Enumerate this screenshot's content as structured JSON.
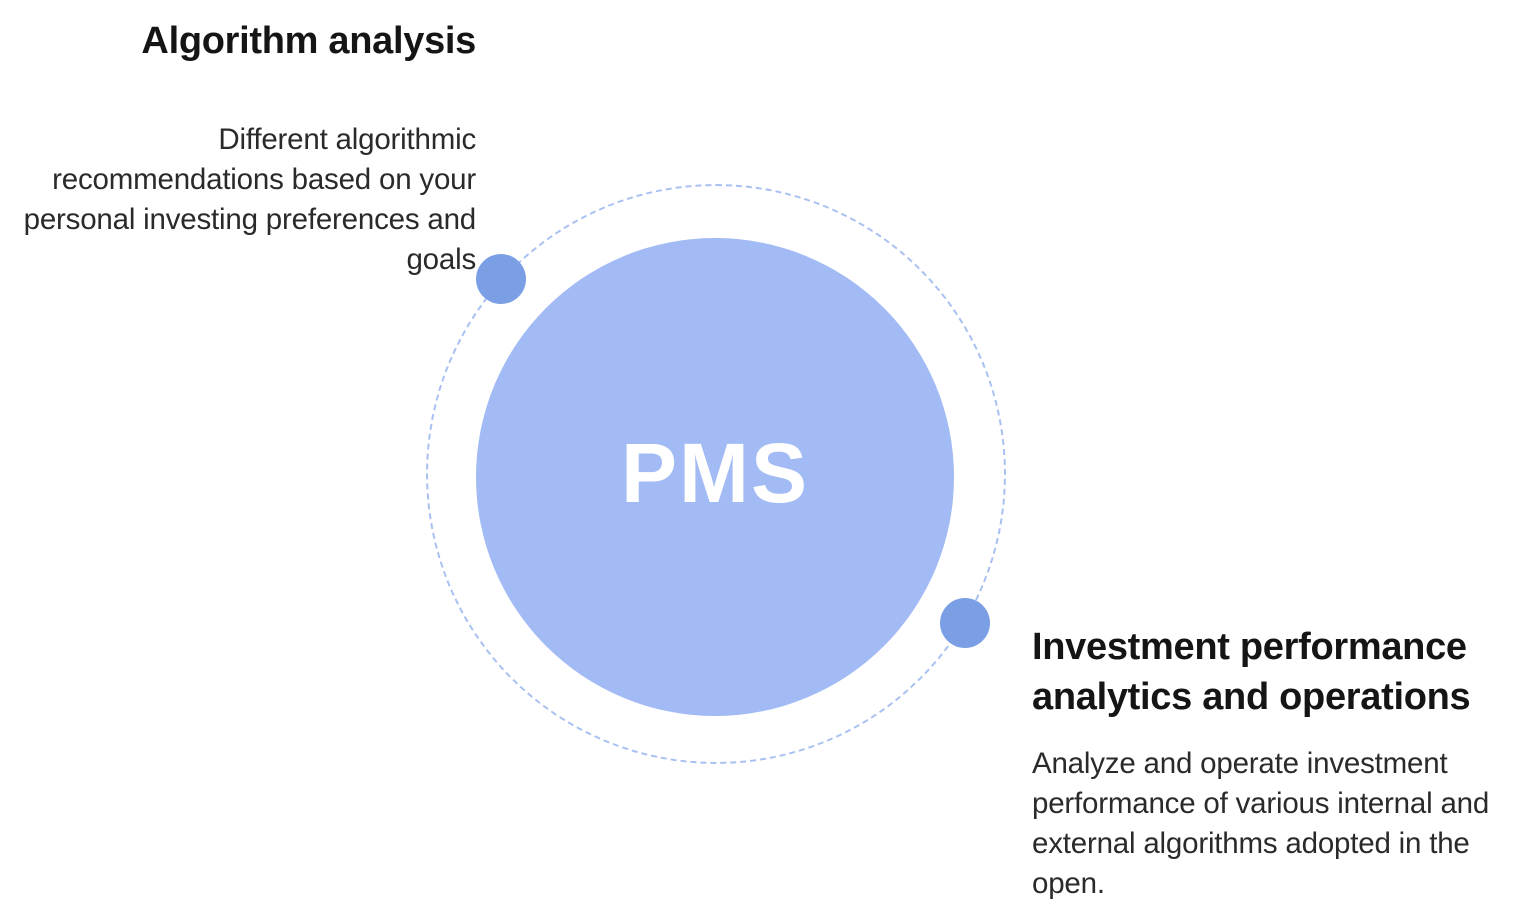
{
  "diagram": {
    "center": {
      "label": "PMS"
    },
    "items": [
      {
        "title": "Algorithm analysis",
        "description": "Different algorithmic recommendations based on your personal investing preferences and goals"
      },
      {
        "title": "Investment performance analytics and operations",
        "description": "Analyze and operate investment performance of various internal and external algorithms adopted in the open."
      }
    ]
  },
  "colors": {
    "core_fill": "#a2bbf4",
    "node_fill": "#7b9fe4",
    "orbit_stroke": "#a9c1f2",
    "center_text": "#ffffff",
    "heading_text": "#151515",
    "body_text": "#2a2a2a"
  }
}
